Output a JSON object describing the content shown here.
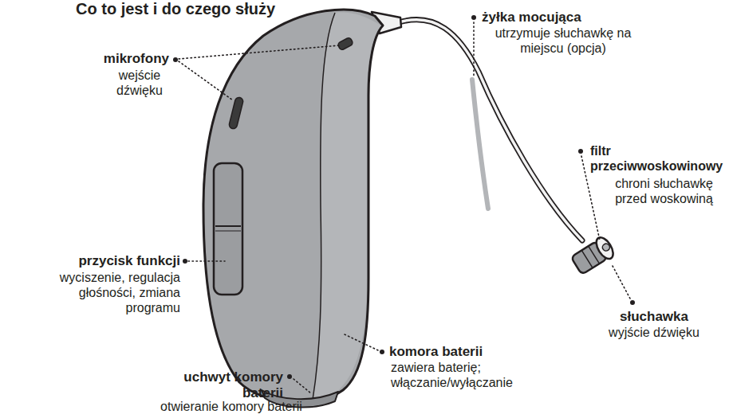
{
  "diagram": {
    "title": "Co to jest i do czego służy",
    "labels": [
      "mikrofony",
      "wejście dźwięku",
      "żyłka mocująca",
      "utrzymuje słuchawkę na miejscu (opcja)",
      "filtr przeciwwoskowinowy",
      "chroni słuchawkę przed woskowiną",
      "przycisk funkcji",
      "wyciszenie, regulacja głośności, zmiana programu",
      "słuchawka",
      "wyjście dźwięku",
      "komora baterii",
      "zawiera baterię; włączanie/wyłączanie",
      "uchwyt komory baterii",
      "otwieranie komory baterii"
    ]
  }
}
